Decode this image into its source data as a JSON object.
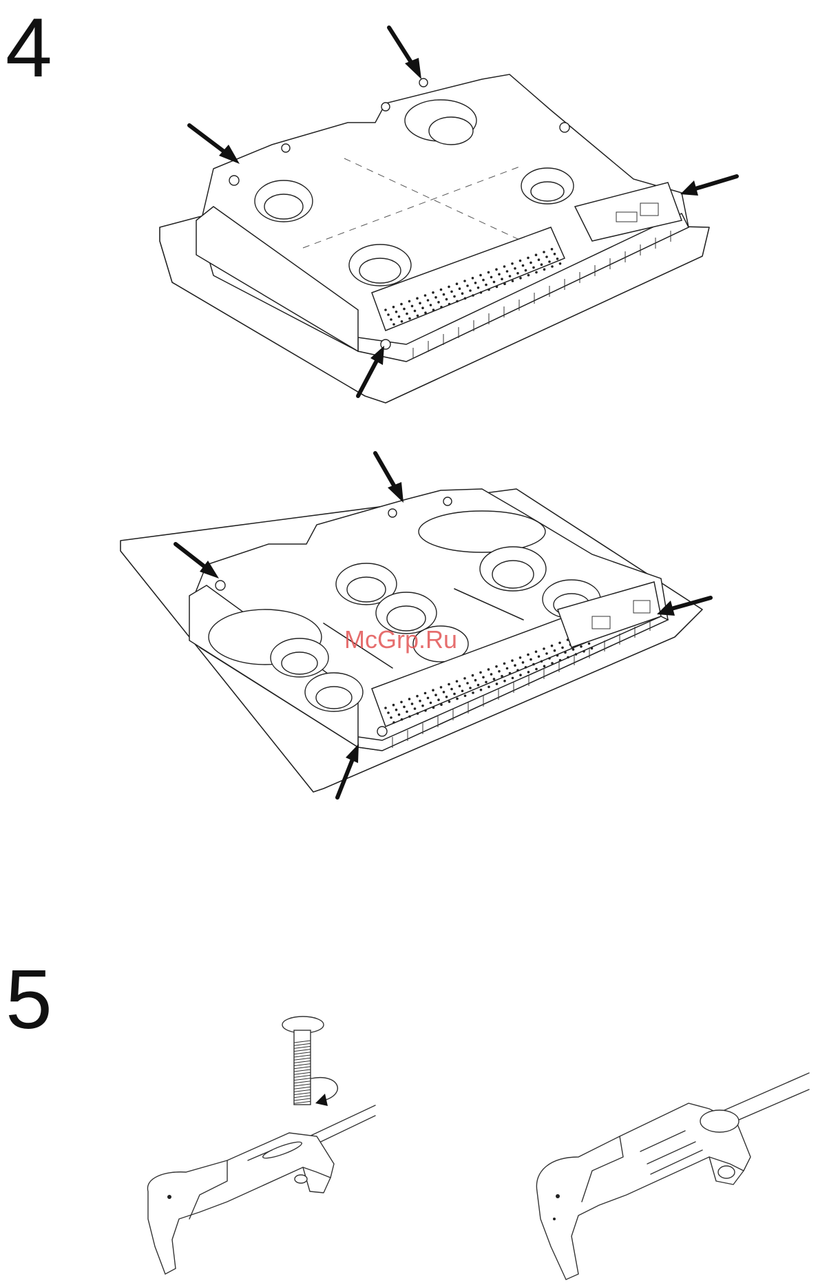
{
  "steps": {
    "four": "4",
    "five": "5"
  },
  "watermark": "McGrp.Ru",
  "colors": {
    "line": "#222222",
    "watermark": "#e25555",
    "background": "#ffffff"
  }
}
